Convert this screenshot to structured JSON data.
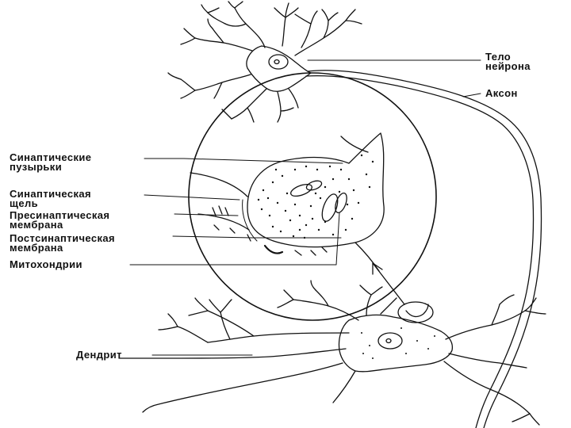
{
  "colors": {
    "ink": "#111111",
    "background": "#ffffff"
  },
  "labels": {
    "soma": "Тело\nнейрона",
    "axon": "Аксон",
    "vesicles": "Синаптические\nпузырьки",
    "cleft": "Синаптическая\nщель",
    "presynaptic": "Пресинаптическая\nмембрана",
    "postsynaptic": "Постсинаптическая\nмембрана",
    "mitochondria": "Митохондрии",
    "dendrite": "Дендрит"
  }
}
